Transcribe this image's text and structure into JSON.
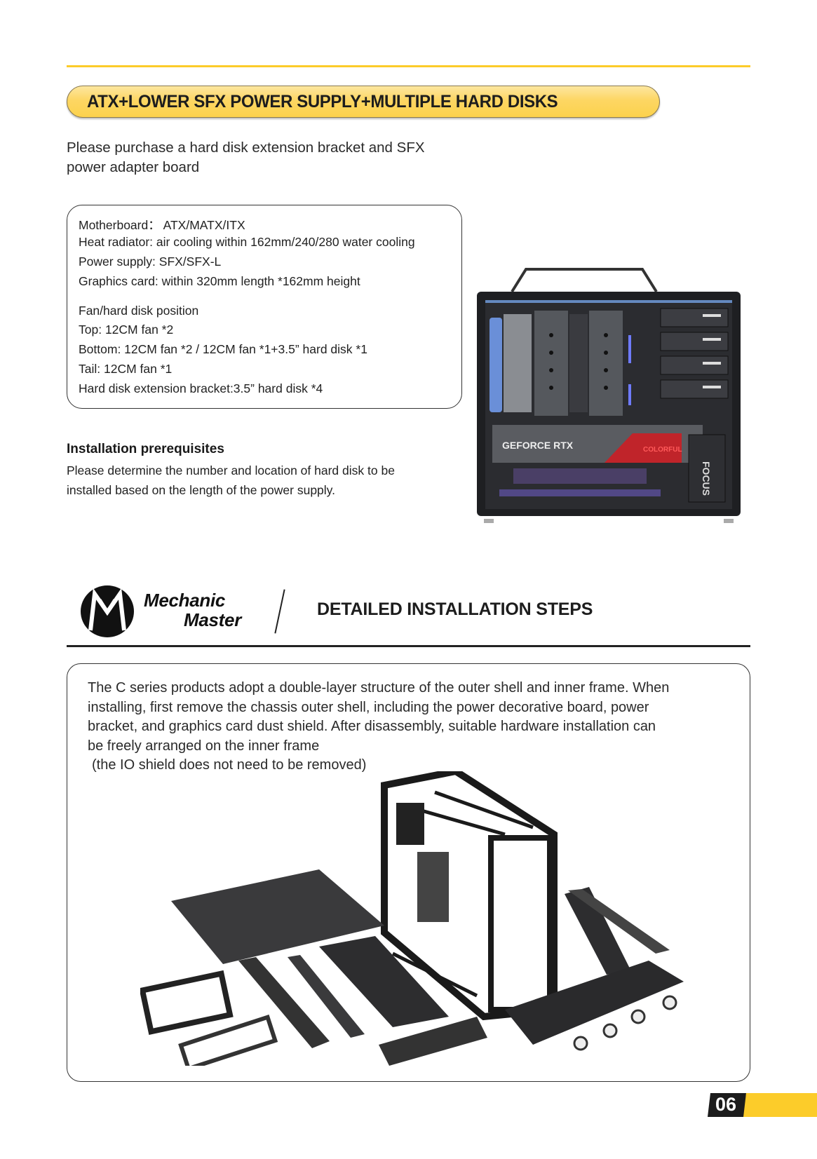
{
  "header": {
    "accent_color": "#fccc2a",
    "section_title": "ATX+LOWER SFX POWER SUPPLY+MULTIPLE HARD DISKS"
  },
  "intro": {
    "line1": "Please purchase a hard disk extension bracket and SFX",
    "line2": "power adapter board"
  },
  "specs": {
    "motherboard": "Motherboard： ATX/MATX/ITX",
    "heat_radiator": "Heat radiator: air cooling within 162mm/240/280 water cooling",
    "power_supply": "Power supply: SFX/SFX-L",
    "graphics_card": "Graphics card: within 320mm length *162mm height",
    "fan_heading": "Fan/hard disk position",
    "top": "Top: 12CM fan *2",
    "bottom": "Bottom: 12CM fan *2 / 12CM fan *1+3.5” hard disk *1",
    "tail": "Tail: 12CM fan *1",
    "extension": "Hard disk extension bracket:3.5” hard disk *4"
  },
  "prerequisites": {
    "title": "Installation prerequisites",
    "line1": "Please determine the number and location of hard disk to be",
    "line2": "installed based on the length of the power supply."
  },
  "case_photo": {
    "gpu_label": "GEFORCE RTX",
    "gpu_brand": "COLORFUL",
    "psu_label": "FOCUS"
  },
  "brand": {
    "line1": "Mechanic",
    "line2": "Master"
  },
  "steps": {
    "title": "DETAILED INSTALLATION STEPS",
    "line1": "The C series products adopt a double-layer structure of the outer shell and inner frame. When",
    "line2": "installing, first remove the chassis outer shell, including the power decorative board, power",
    "line3": "bracket, and graphics card dust shield. After disassembly, suitable hardware installation can",
    "line4": "be freely arranged on the inner frame",
    "line5": "(the IO shield does not need to be removed)"
  },
  "footer": {
    "page_number": "06"
  }
}
